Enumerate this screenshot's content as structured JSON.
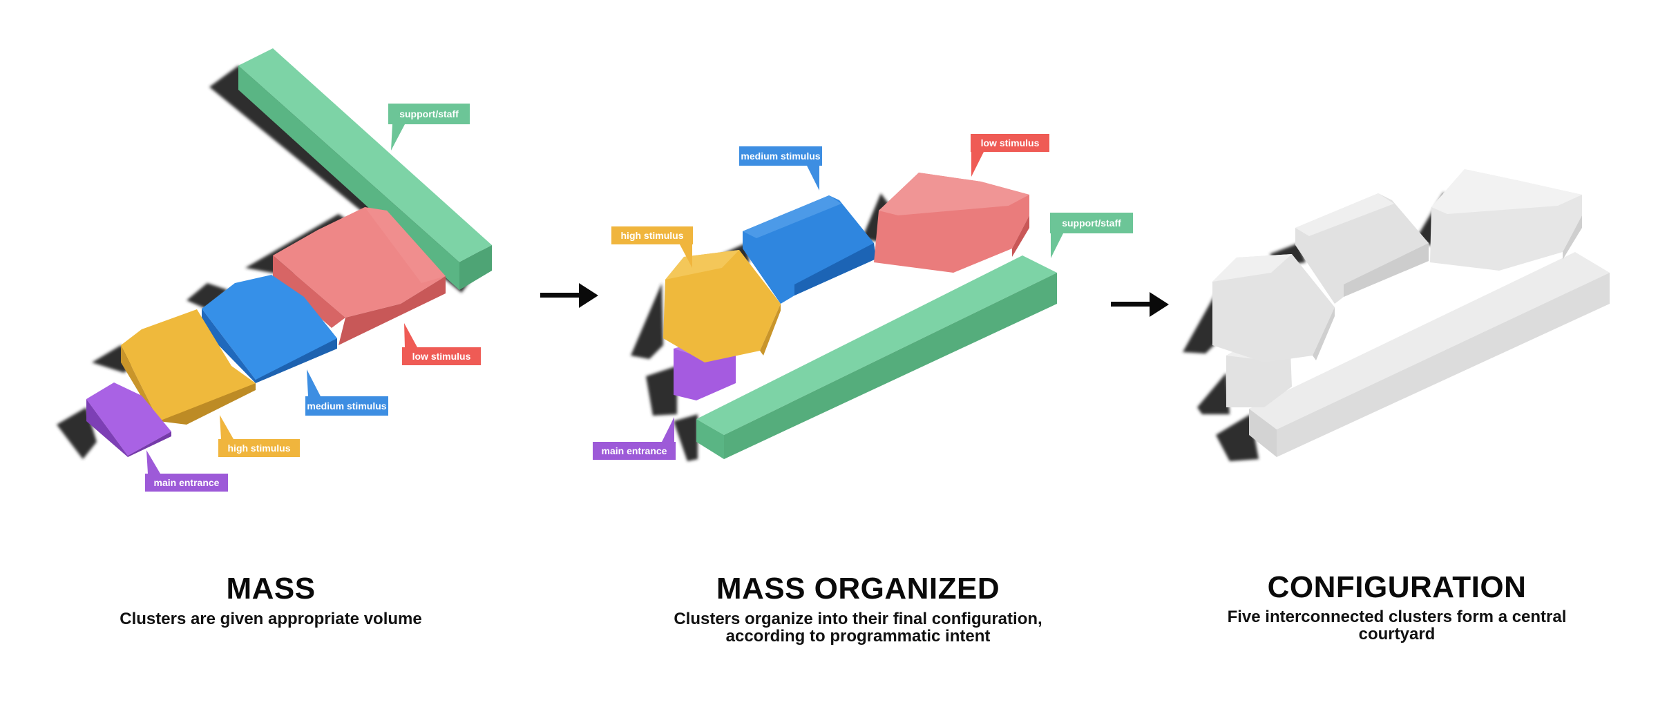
{
  "colors": {
    "support": "#6cc597",
    "low": "#ec7c7c",
    "medium": "#2b84e0",
    "high": "#ebb032",
    "entrance": "#9d52d9",
    "neutral": "#e4e4e4",
    "shadow": "#2e2e2e",
    "label_support": "#6cc597",
    "label_low": "#ef5b55",
    "label_medium": "#3d8ee2",
    "label_high": "#f0b53d",
    "label_entrance": "#9d5ad8"
  },
  "panels": [
    {
      "title": "MASS",
      "description": "Clusters are given appropriate volume",
      "labels": {
        "support": "support/staff",
        "low": "low stimulus",
        "medium": "medium stimulus",
        "high": "high stimulus",
        "entrance": "main entrance"
      }
    },
    {
      "title": "MASS ORGANIZED",
      "description": "Clusters organize into their final configuration, according to programmatic intent",
      "labels": {
        "medium": "medium stimulus",
        "low": "low stimulus",
        "high": "high stimulus",
        "support": "support/staff",
        "entrance": "main entrance"
      }
    },
    {
      "title": "CONFIGURATION",
      "description": "Five interconnected clusters form a central courtyard"
    }
  ],
  "arrows": [
    {
      "icon": "right-arrow-icon"
    },
    {
      "icon": "right-arrow-icon"
    }
  ]
}
